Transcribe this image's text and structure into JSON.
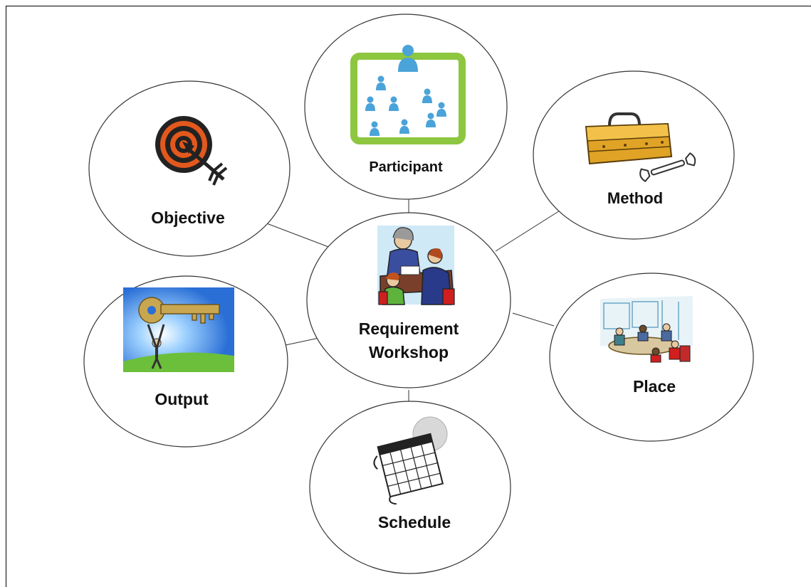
{
  "diagram": {
    "center": {
      "line1": "Requirement",
      "line2": "Workshop",
      "icon": "meeting-people-icon"
    },
    "nodes": {
      "participant": {
        "label": "Participant",
        "icon": "participants-board-icon"
      },
      "method": {
        "label": "Method",
        "icon": "toolbox-icon"
      },
      "objective": {
        "label": "Objective",
        "icon": "target-icon"
      },
      "output": {
        "label": "Output",
        "icon": "key-icon"
      },
      "place": {
        "label": "Place",
        "icon": "conference-room-icon"
      },
      "schedule": {
        "label": "Schedule",
        "icon": "calendar-icon"
      }
    }
  },
  "colors": {
    "board": "#8dc63f",
    "person": "#4aa3d9",
    "target_ring": "#e2581d",
    "toolbox": "#e0a326",
    "sky": "#2a6fd6",
    "grass": "#6cbf3a"
  }
}
